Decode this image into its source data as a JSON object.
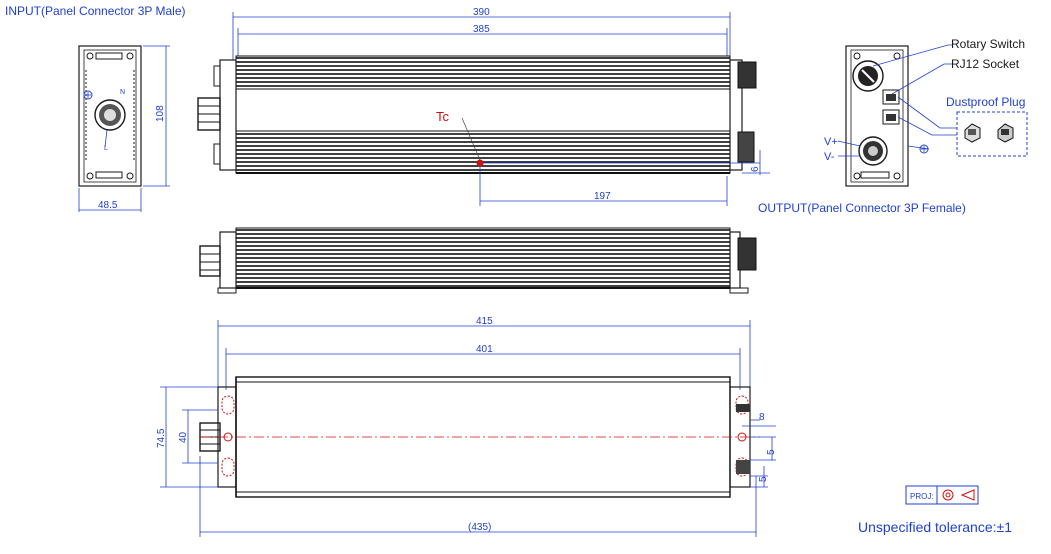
{
  "labels": {
    "input": "INPUT(Panel Connector 3P Male)",
    "output": "OUTPUT(Panel Connector 3P Female)",
    "rotary_switch": "Rotary Switch",
    "rj12_socket": "RJ12 Socket",
    "dustproof_plug": "Dustproof Plug",
    "v_plus": "V+",
    "v_minus": "V-",
    "tc": "Tc",
    "tolerance": "Unspecified tolerance:±1",
    "proj": "PROJ:",
    "pin_n": "N",
    "pin_l": "L"
  },
  "dimensions": {
    "d390": "390",
    "d385": "385",
    "d197": "197",
    "d6": "6",
    "d108": "108",
    "d48_5": "48.5",
    "d415": "415",
    "d401": "401",
    "d435": "(435)",
    "d74_5": "74.5",
    "d40": "40",
    "d8": "8",
    "d5a": "5",
    "d5b": "5"
  },
  "colors": {
    "dimension": "#1f3fd1",
    "outline": "#1a1a1a",
    "accent": "#d01010"
  }
}
